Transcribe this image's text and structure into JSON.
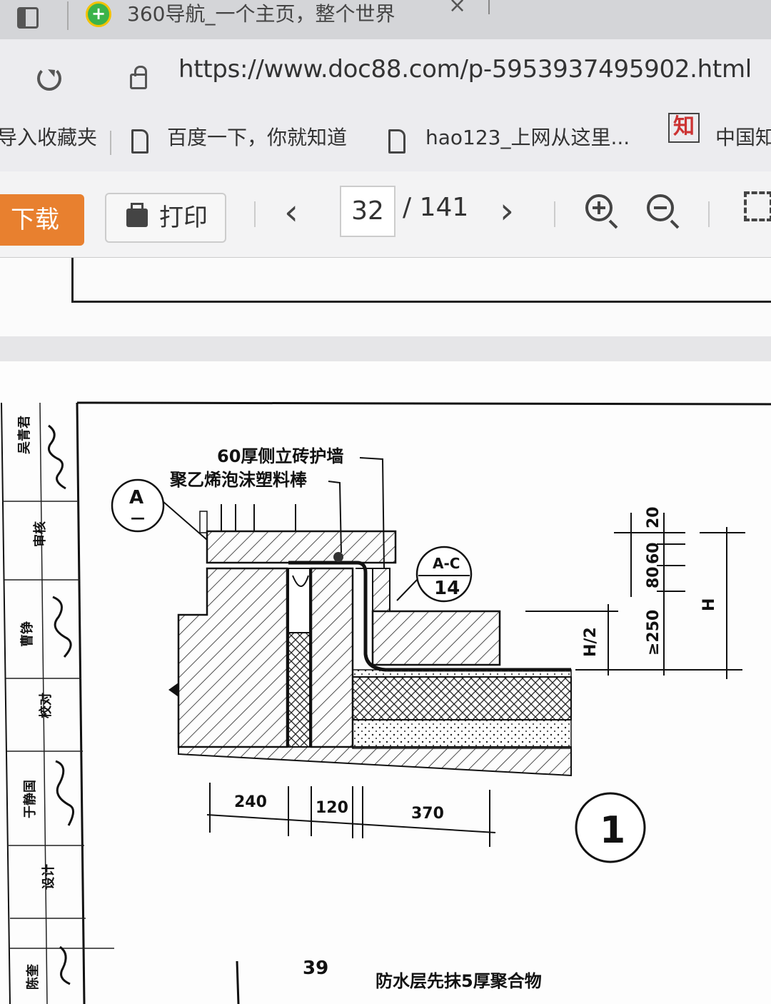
{
  "browser": {
    "tab_title": "360导航_一个主页，整个世界",
    "tab_close": "×",
    "url": "https://www.doc88.com/p-5953937495902.html"
  },
  "bookmarks": {
    "import": "导入收藏夹",
    "items": [
      "百度一下，你就知道",
      "hao123_上网从这里...",
      "中国知"
    ],
    "zhi_icon_text": "知"
  },
  "viewer": {
    "download_label": "下载",
    "print_label": "打印",
    "current_page": "32",
    "total_pages": "/ 141",
    "prev": "‹",
    "next": "›"
  },
  "drawing": {
    "label_wall": "60厚侧立砖护墙",
    "label_rod": "聚乙烯泡沫塑料棒",
    "callout_a": "A",
    "callout_a_sub": "—",
    "callout_ref_top": "A-C",
    "callout_ref_bottom": "14",
    "dim_240": "240",
    "dim_120": "120",
    "dim_370": "370",
    "dim_20": "20",
    "dim_60": "60",
    "dim_80": "80",
    "dim_250": "≥250",
    "dim_h_half": "H/2",
    "dim_h": "H",
    "detail_no": "1",
    "sheet_no": "39",
    "bottom_caption": "防水层先抹5厚聚合物",
    "title_block": [
      "吴青君",
      "审核",
      "曹铮",
      "校对",
      "于静国",
      "设计",
      "陈奎"
    ]
  },
  "colors": {
    "download": "#e8802f",
    "chrome": "#ececef",
    "toolbar": "#f3f3f4"
  }
}
